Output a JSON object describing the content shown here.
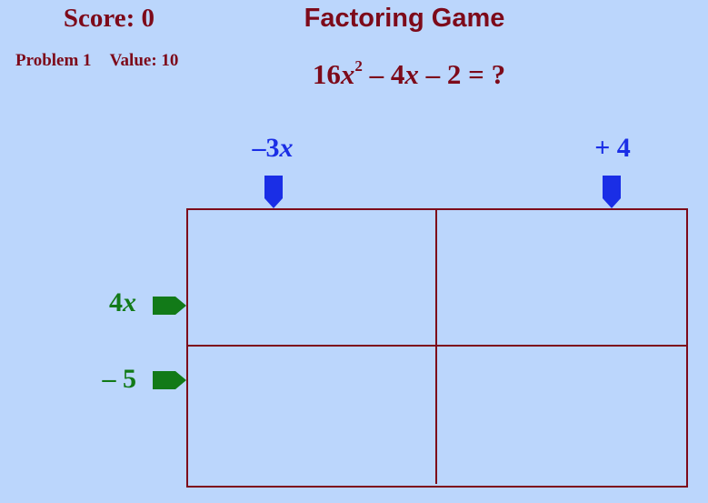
{
  "header": {
    "score_label": "Score: 0",
    "problem_label": "Problem 1",
    "value_label": "Value: 10",
    "title": "Factoring Game"
  },
  "problem": {
    "coef": "16",
    "var": "x",
    "exp": "2",
    "mid": " – 4",
    "var2": "x",
    "tail": " – 2 = ?"
  },
  "columns": [
    {
      "prefix": "–3",
      "var": "x",
      "marker_color": "#1a2ee6"
    },
    {
      "prefix": "+ 4",
      "var": "",
      "marker_color": "#1a2ee6"
    }
  ],
  "rows": [
    {
      "prefix": "4",
      "var": "x",
      "marker_color": "#127a18"
    },
    {
      "prefix": "– 5",
      "var": "",
      "marker_color": "#127a18"
    }
  ],
  "grid": {
    "cells": [
      [
        "",
        ""
      ],
      [
        "",
        ""
      ]
    ],
    "border_color": "#7d0a1a"
  },
  "colors": {
    "background": "#bbd6fc",
    "maroon": "#7d0a1a",
    "blue": "#1a2ee6",
    "green": "#127a18"
  }
}
